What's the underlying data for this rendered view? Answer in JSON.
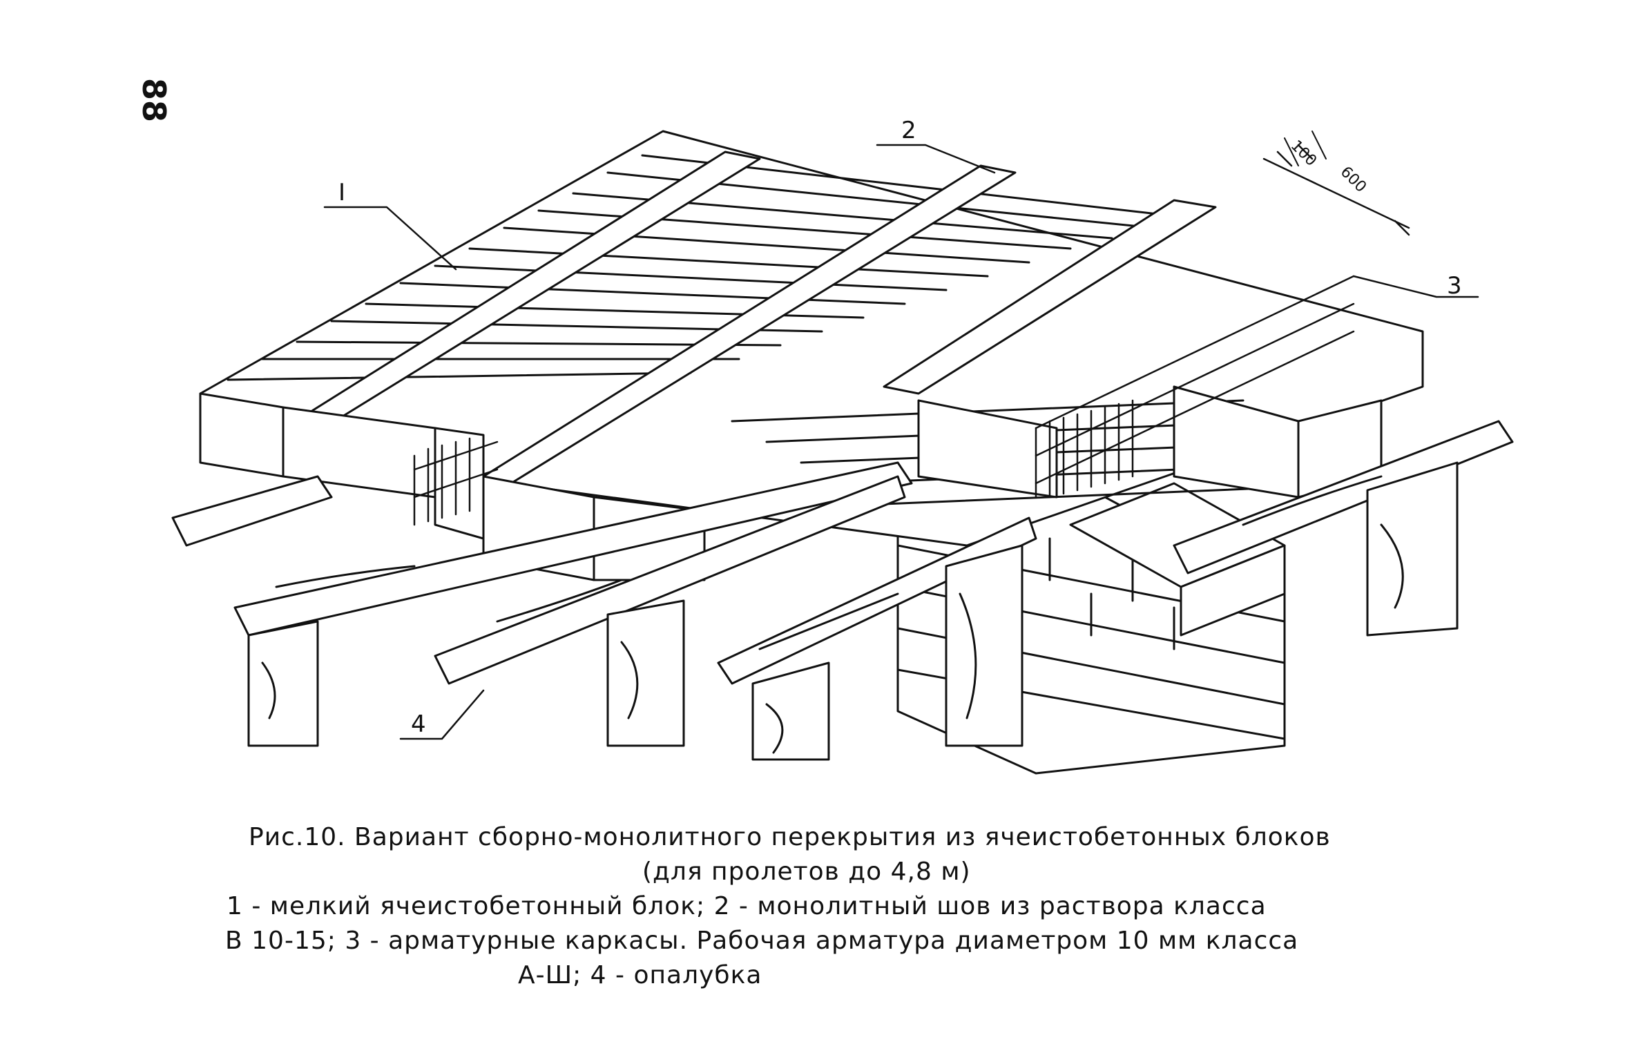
{
  "page_number": "88",
  "drawing": {
    "labels": {
      "block": "I",
      "seam": "2",
      "frames": "3",
      "formwork": "4"
    },
    "dimensions": {
      "small": "100",
      "large": "600"
    }
  },
  "caption": {
    "title": "Рис.10. Вариант сборно-монолитного перекрытия из ячеистобетонных блоков",
    "subtitle": "(для пролетов до 4,8 м)",
    "legend_line_1": "1 - мелкий ячеистобетонный блок; 2 - монолитный шов из раствора класса",
    "legend_line_2": "В 10-15; 3 - арматурные каркасы. Рабочая арматура диаметром 10 мм класса",
    "legend_line_3": "А-Ш; 4 - опалубка"
  }
}
